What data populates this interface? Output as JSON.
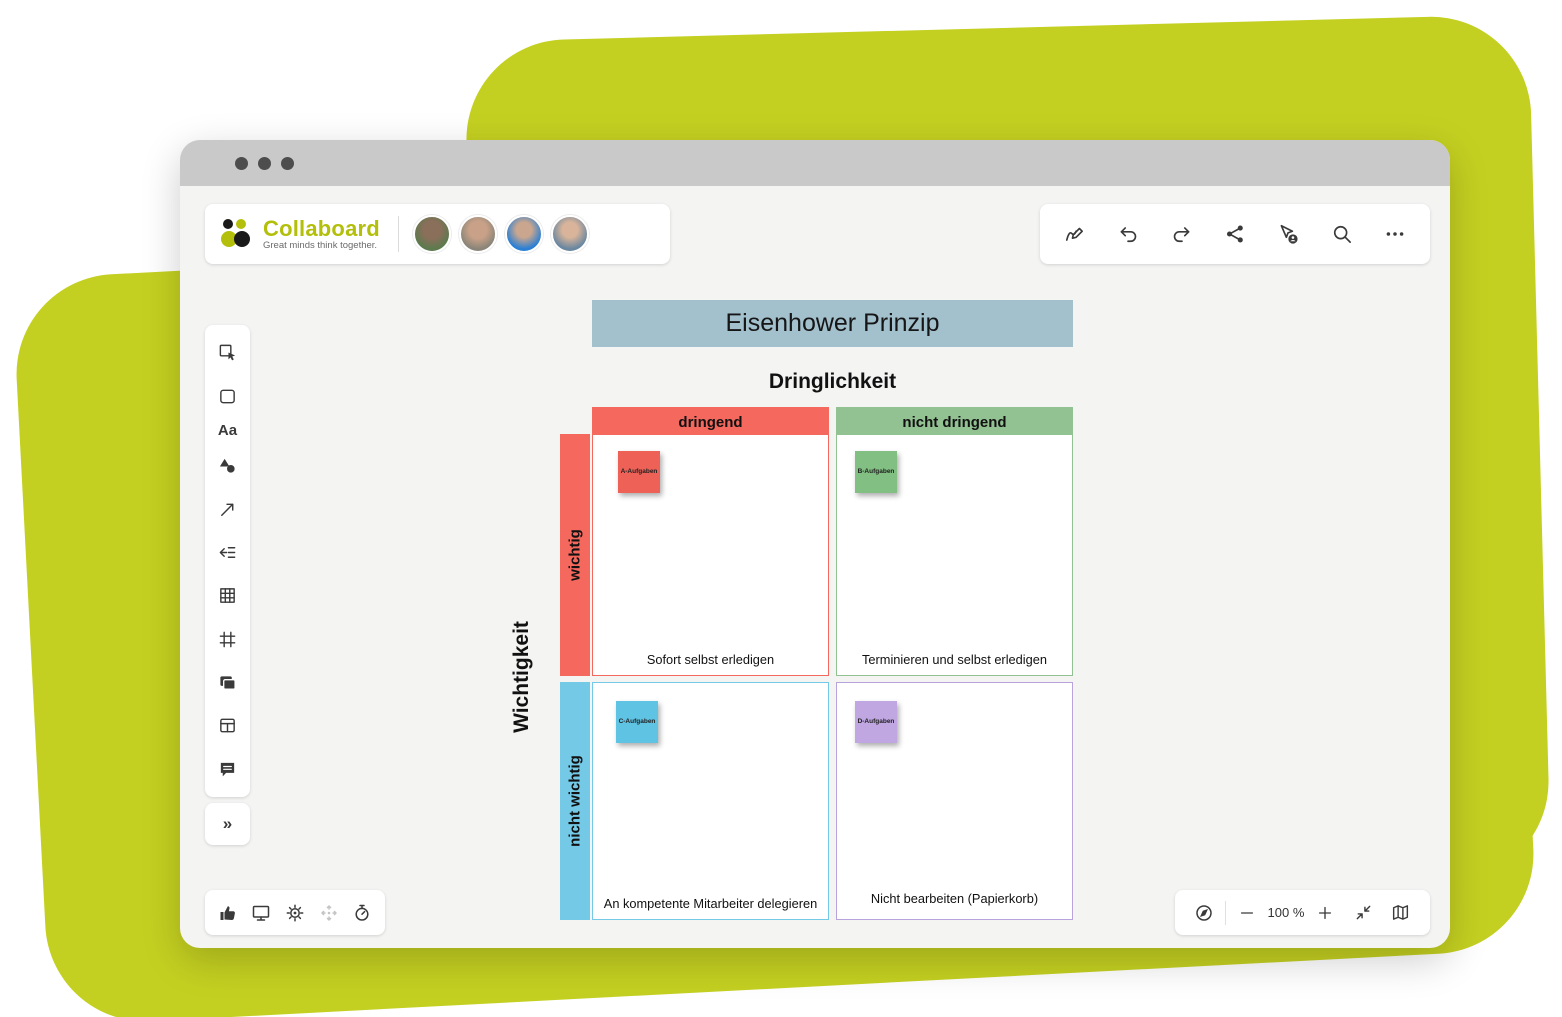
{
  "brand": {
    "name": "Collaboard",
    "tagline": "Great minds think together.",
    "accent_green": "#b3bf0b"
  },
  "window": {
    "background": "#f4f4f3",
    "titlebar_color": "#c9c9c9"
  },
  "colors": {
    "blob_green": "#c4d021",
    "matrix_red": "#f4685e",
    "matrix_green": "#92c192",
    "matrix_blue": "#74c9e6",
    "matrix_purple": "#b9a3dc",
    "matrix_title_bg": "#a3c0cd"
  },
  "toolbars": {
    "top_right_icons": [
      "draw-icon",
      "undo-icon",
      "redo-icon",
      "share-icon",
      "presenter-icon",
      "search-icon",
      "more-icon"
    ],
    "left_icons": [
      "select-icon",
      "card-icon",
      "text-icon",
      "shapes-icon",
      "arrow-icon",
      "connector-icon",
      "table-icon",
      "frame-icon",
      "media-icon",
      "layout-icon",
      "comment-icon",
      "expand-icon"
    ],
    "bottom_left_icons": [
      "like-icon",
      "screen-share-icon",
      "focus-icon",
      "pan-icon",
      "timer-icon"
    ],
    "bottom_right_icons": [
      "compass-icon",
      "zoom-out-icon",
      "zoom-in-icon",
      "fit-screen-icon",
      "map-icon"
    ]
  },
  "left_toolbar": {
    "text_tool_label": "Aa",
    "expand_label": "»"
  },
  "zoom": {
    "level": "100 %"
  },
  "matrix": {
    "title": "Eisenhower Prinzip",
    "x_axis_label": "Dringlichkeit",
    "y_axis_label": "Wichtigkeit",
    "columns": [
      {
        "label": "dringend",
        "color": "#f4685e"
      },
      {
        "label": "nicht dringend",
        "color": "#92c192"
      }
    ],
    "rows": [
      {
        "label": "wichtig",
        "color": "#f4685e"
      },
      {
        "label": "nicht wichtig",
        "color": "#74c9e6"
      }
    ],
    "quadrants": [
      {
        "note": "A-Aufgaben",
        "note_color": "#ee6157",
        "caption": "Sofort selbst erledigen"
      },
      {
        "note": "B-Aufgaben",
        "note_color": "#82bf82",
        "caption": "Terminieren und selbst erledigen"
      },
      {
        "note": "C-Aufgaben",
        "note_color": "#5fc3e4",
        "caption": "An kompetente Mitarbeiter delegieren"
      },
      {
        "note": "D-Aufgaben",
        "note_color": "#c0a7e2",
        "caption": "Nicht bearbeiten (Papierkorb)"
      }
    ]
  }
}
